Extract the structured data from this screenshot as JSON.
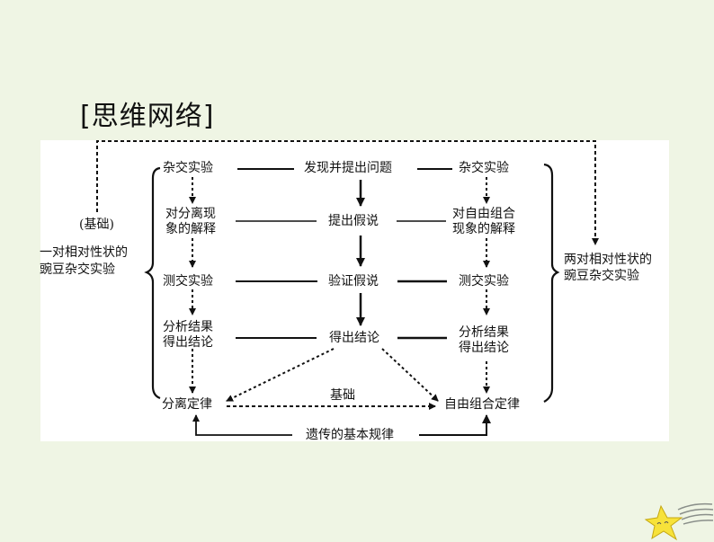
{
  "title": "[思维网络]",
  "left_side": {
    "basis_label": "(基础)",
    "line1": "一对相对性状的",
    "line2": "豌豆杂交实验"
  },
  "right_side": {
    "line1": "两对相对性状的",
    "line2": "豌豆杂交实验"
  },
  "left_column": {
    "step1": "杂交实验",
    "step2_line1": "对分离现",
    "step2_line2": "象的解释",
    "step3": "测交实验",
    "step4_line1": "分析结果",
    "step4_line2": "得出结论",
    "result": "分离定律"
  },
  "middle_column": {
    "step1": "发现并提出问题",
    "step2": "提出假说",
    "step3": "验证假说",
    "step4": "得出结论"
  },
  "right_column": {
    "step1": "杂交实验",
    "step2_line1": "对自由组合",
    "step2_line2": "现象的解释",
    "step3": "测交实验",
    "step4_line1": "分析结果",
    "step4_line2": "得出结论",
    "result": "自由组合定律"
  },
  "bottom": {
    "basis_label": "基础",
    "law_label": "遗传的基本规律"
  },
  "colors": {
    "background": "#eff5e4",
    "panel": "#ffffff",
    "ink": "#111111",
    "star": "#f7e23a"
  }
}
